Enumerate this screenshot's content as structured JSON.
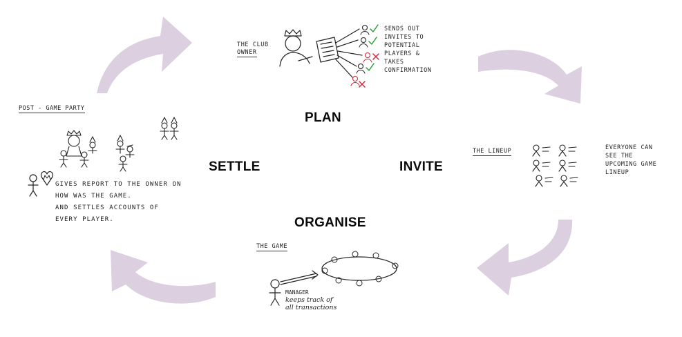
{
  "stages": {
    "plan": "PLAN",
    "invite": "INVITE",
    "organise": "ORGANISE",
    "settle": "SETTLE"
  },
  "plan_section": {
    "caption": [
      "THE CLUB",
      "OWNER"
    ],
    "note": [
      "SENDS OUT",
      "INVITES TO",
      "POTENTIAL",
      "PLAYERS &",
      "TAKES",
      "CONFIRMATION"
    ]
  },
  "invite_section": {
    "caption": "THE LINEUP",
    "note": [
      "EVERYONE CAN",
      "SEE THE",
      "UPCOMING GAME",
      "LINEUP"
    ]
  },
  "organise_section": {
    "caption": "THE GAME",
    "note": [
      "MANAGER",
      "keeps track of",
      "all transactions"
    ]
  },
  "settle_section": {
    "caption": "POST - GAME PARTY",
    "note": [
      "GIVES REPORT TO THE OWNER ON",
      "HOW WAS THE GAME.",
      "AND SETTLES ACCOUNTS OF",
      "EVERY PLAYER."
    ]
  },
  "colors": {
    "arrow": "#dccfe0",
    "ink": "#222222",
    "check": "#2e9b3a",
    "cross": "#d2273a"
  },
  "icons": [
    "curved-arrow-icon",
    "crown-icon",
    "clipboard-icon",
    "person-icon",
    "check-icon",
    "cross-icon",
    "heart-icon",
    "poker-table-icon"
  ]
}
